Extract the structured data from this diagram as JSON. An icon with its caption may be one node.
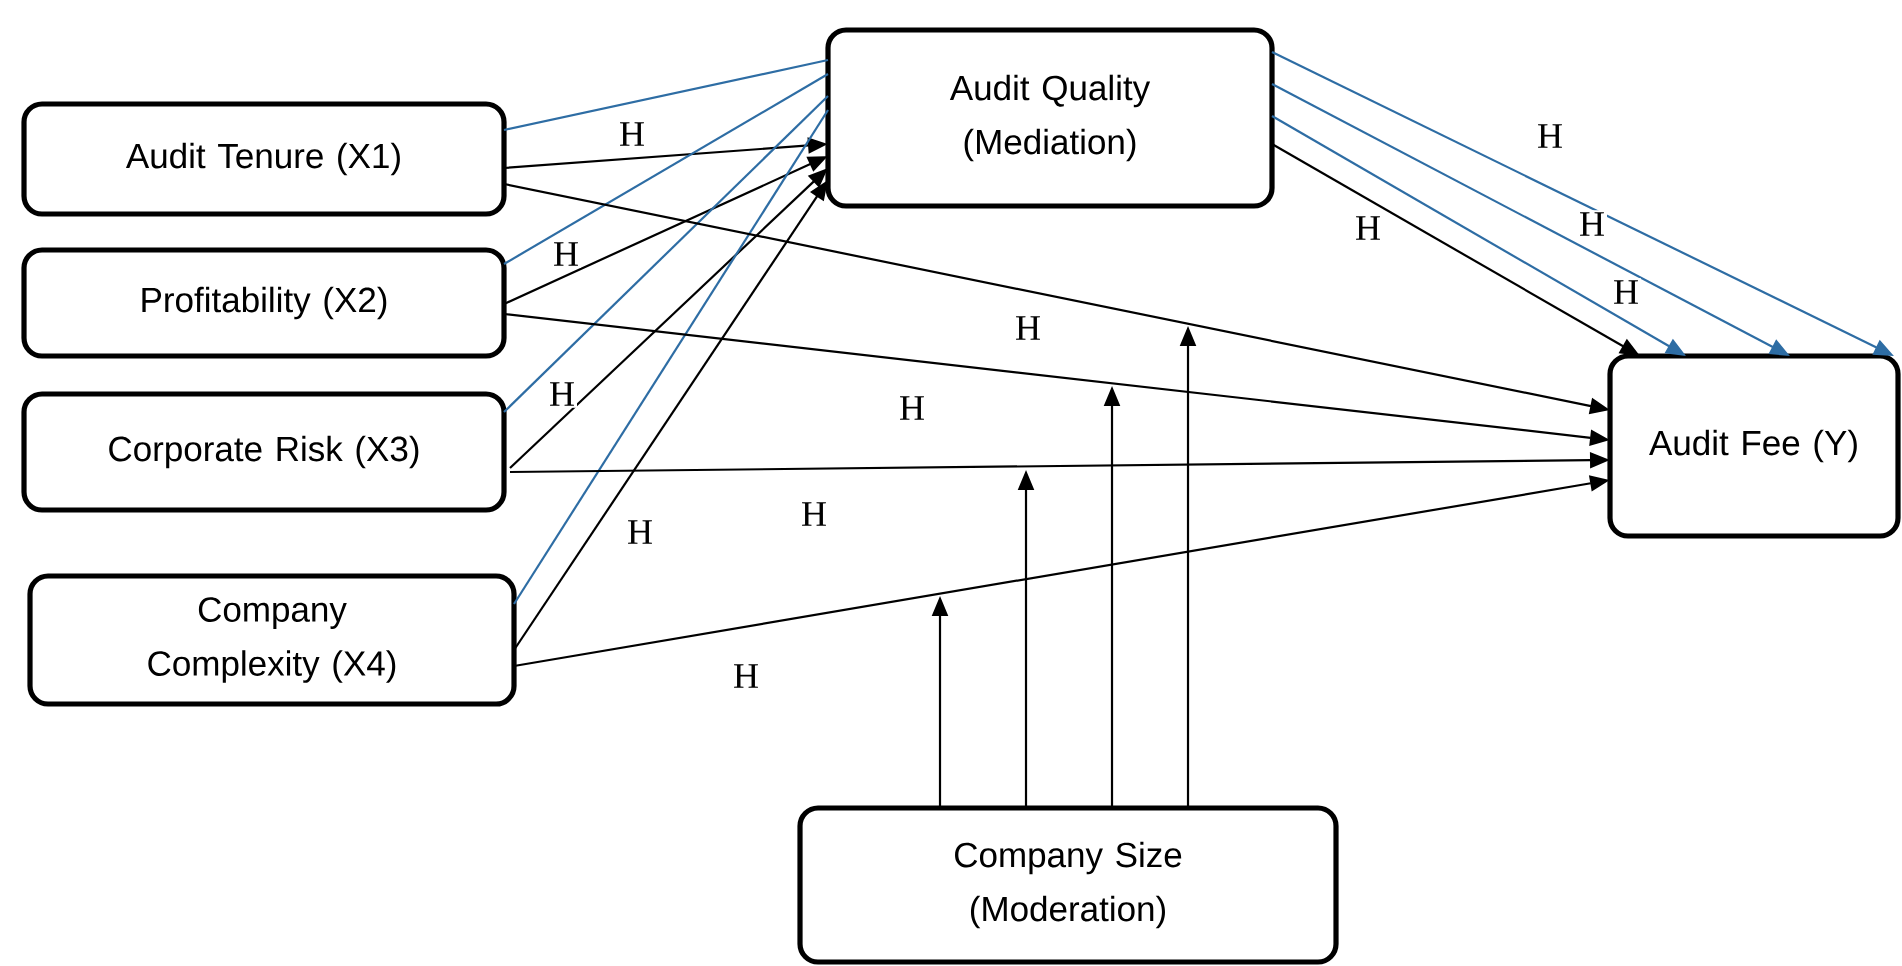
{
  "diagram": {
    "nodes": [
      {
        "text": [
          "Audit Tenure (X1)"
        ]
      },
      {
        "text": [
          "Profitability (X2)"
        ]
      },
      {
        "text": [
          "Corporate Risk (X3)"
        ]
      },
      {
        "text": [
          "Company Complexity (X4)"
        ]
      },
      {
        "text": [
          "Audit Quality (Mediation)"
        ]
      },
      {
        "text": [
          "Audit Fee (Y)"
        ]
      },
      {
        "text": [
          "Company Size (Moderation)"
        ]
      }
    ],
    "edges": [
      {
        "from": 0,
        "to": 4,
        "arrow": "to",
        "label": "H"
      },
      {
        "from": 1,
        "to": 4,
        "arrow": "to",
        "label": "H"
      },
      {
        "from": 2,
        "to": 4,
        "arrow": "to",
        "label": "H"
      },
      {
        "from": 3,
        "to": 4,
        "arrow": "to",
        "label": "H"
      },
      {
        "from": 0,
        "to": 4,
        "arrow": "none",
        "color": "#2e6da4"
      },
      {
        "from": 1,
        "to": 4,
        "arrow": "none",
        "color": "#2e6da4"
      },
      {
        "from": 2,
        "to": 4,
        "arrow": "none",
        "color": "#2e6da4"
      },
      {
        "from": 3,
        "to": 4,
        "arrow": "none",
        "color": "#2e6da4"
      },
      {
        "from": 0,
        "to": 5,
        "arrow": "to",
        "label": "H"
      },
      {
        "from": 1,
        "to": 5,
        "arrow": "to",
        "label": "H"
      },
      {
        "from": 2,
        "to": 5,
        "arrow": "to",
        "label": "H"
      },
      {
        "from": 3,
        "to": 5,
        "arrow": "to",
        "label": "H"
      },
      {
        "from": 4,
        "to": 5,
        "arrow": "to",
        "label": "H"
      },
      {
        "from": 4,
        "to": 5,
        "arrow": "to",
        "label": "H",
        "color": "#2e6da4"
      },
      {
        "from": 4,
        "to": 5,
        "arrow": "to",
        "label": "H",
        "color": "#2e6da4"
      },
      {
        "from": 4,
        "to": 5,
        "arrow": "to",
        "label": "H",
        "color": "#2e6da4"
      },
      {
        "from": 6,
        "to": null,
        "arrow": "to"
      },
      {
        "from": 6,
        "to": null,
        "arrow": "to"
      },
      {
        "from": 6,
        "to": null,
        "arrow": "to"
      },
      {
        "from": 6,
        "to": null,
        "arrow": "to"
      }
    ]
  }
}
